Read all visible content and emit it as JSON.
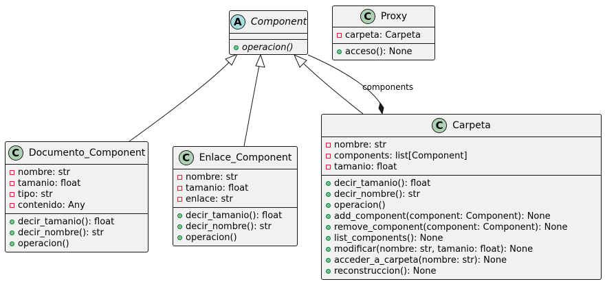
{
  "classes": {
    "component": {
      "badge": "A",
      "name": "Component",
      "attributes": [],
      "methods": [
        {
          "visibility": "public",
          "text": "operacion()",
          "abstract": true
        }
      ]
    },
    "proxy": {
      "badge": "C",
      "name": "Proxy",
      "attributes": [
        {
          "visibility": "private",
          "text": "carpeta: Carpeta"
        }
      ],
      "methods": [
        {
          "visibility": "public",
          "text": "acceso(): None"
        }
      ]
    },
    "documento": {
      "badge": "C",
      "name": "Documento_Component",
      "attributes": [
        {
          "visibility": "private",
          "text": "nombre: str"
        },
        {
          "visibility": "private",
          "text": "tamanio: float"
        },
        {
          "visibility": "private",
          "text": "tipo: str"
        },
        {
          "visibility": "private",
          "text": "contenido: Any"
        }
      ],
      "methods": [
        {
          "visibility": "public",
          "text": "decir_tamanio(): float"
        },
        {
          "visibility": "public",
          "text": "decir_nombre(): str"
        },
        {
          "visibility": "public",
          "text": "operacion()"
        }
      ]
    },
    "enlace": {
      "badge": "C",
      "name": "Enlace_Component",
      "attributes": [
        {
          "visibility": "private",
          "text": "nombre: str"
        },
        {
          "visibility": "private",
          "text": "tamanio: float"
        },
        {
          "visibility": "private",
          "text": "enlace: str"
        }
      ],
      "methods": [
        {
          "visibility": "public",
          "text": "decir_tamanio(): float"
        },
        {
          "visibility": "public",
          "text": "decir_nombre(): str"
        },
        {
          "visibility": "public",
          "text": "operacion()"
        }
      ]
    },
    "carpeta": {
      "badge": "C",
      "name": "Carpeta",
      "attributes": [
        {
          "visibility": "private",
          "text": "nombre: str"
        },
        {
          "visibility": "private",
          "text": "components: list[Component]"
        },
        {
          "visibility": "private",
          "text": "tamanio: float"
        }
      ],
      "methods": [
        {
          "visibility": "public",
          "text": "decir_tamanio(): float"
        },
        {
          "visibility": "public",
          "text": "decir_nombre(): str"
        },
        {
          "visibility": "public",
          "text": "operacion()"
        },
        {
          "visibility": "public",
          "text": "add_component(component: Component): None"
        },
        {
          "visibility": "public",
          "text": "remove_component(component: Component): None"
        },
        {
          "visibility": "public",
          "text": "list_components(): None"
        },
        {
          "visibility": "public",
          "text": "modificar(nombre: str, tamanio: float): None"
        },
        {
          "visibility": "public",
          "text": "acceder_a_carpeta(nombre: str): None"
        },
        {
          "visibility": "public",
          "text": "reconstruccion(): None"
        }
      ]
    }
  },
  "relations": [
    {
      "type": "inheritance",
      "from": "Documento_Component",
      "to": "Component"
    },
    {
      "type": "inheritance",
      "from": "Enlace_Component",
      "to": "Component"
    },
    {
      "type": "inheritance",
      "from": "Carpeta",
      "to": "Component"
    },
    {
      "type": "composition",
      "from": "Carpeta",
      "to": "Component",
      "label": "components"
    }
  ],
  "colors": {
    "class_fill": "#f1f1f1",
    "border": "#181818",
    "class_badge": "#add1b2",
    "abstract_badge": "#a9dcdf",
    "private_marker": "#c82930",
    "public_marker": "#84be84"
  }
}
